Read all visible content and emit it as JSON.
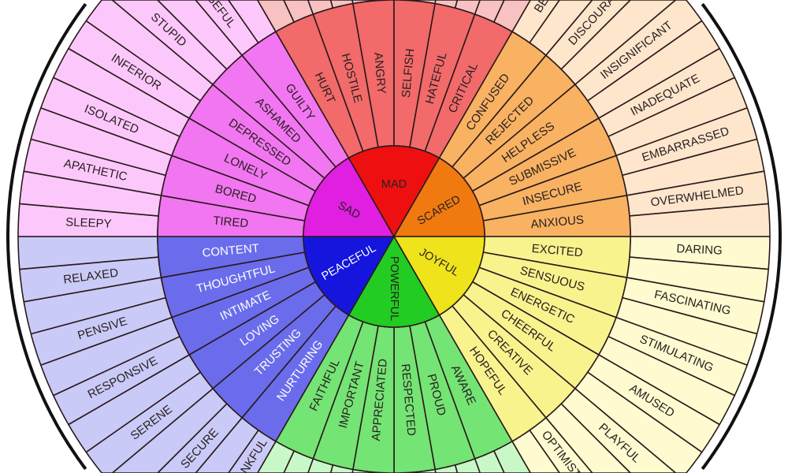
{
  "wheel": {
    "sectors": [
      {
        "core": "JOYFUL",
        "colors": {
          "core": "#efe41c",
          "middle": "#f9f38e",
          "outer": "#fdfbcf"
        },
        "light_text": false,
        "items": [
          {
            "label": "EXCITED",
            "outer": "DARING"
          },
          {
            "label": "SENSUOUS",
            "outer": "FASCINATING"
          },
          {
            "label": "ENERGETIC",
            "outer": "STIMULATING"
          },
          {
            "label": "CHEERFUL",
            "outer": "AMUSED"
          },
          {
            "label": "CREATIVE",
            "outer": "PLAYFUL"
          },
          {
            "label": "HOPEFUL",
            "outer": "OPTIMISTIC"
          }
        ]
      },
      {
        "core": "POWERFUL",
        "colors": {
          "core": "#22cc22",
          "middle": "#74e474",
          "outer": "#c8f8c8"
        },
        "light_text": false,
        "items": [
          {
            "label": "AWARE",
            "outer": ""
          },
          {
            "label": "PROUD",
            "outer": ""
          },
          {
            "label": "RESPECTED",
            "outer": ""
          },
          {
            "label": "APPRECIATED",
            "outer": ""
          },
          {
            "label": "IMPORTANT",
            "outer": ""
          },
          {
            "label": "FAITHFUL",
            "outer": ""
          }
        ]
      },
      {
        "core": "PEACEFUL",
        "colors": {
          "core": "#1515dd",
          "middle": "#6a6cec",
          "outer": "#cacaf8"
        },
        "light_text": true,
        "items": [
          {
            "label": "NURTURING",
            "outer": "THANKFUL"
          },
          {
            "label": "TRUSTING",
            "outer": "SECURE"
          },
          {
            "label": "LOVING",
            "outer": "SERENE"
          },
          {
            "label": "INTIMATE",
            "outer": "RESPONSIVE"
          },
          {
            "label": "THOUGHTFUL",
            "outer": "PENSIVE"
          },
          {
            "label": "CONTENT",
            "outer": "RELAXED"
          }
        ]
      },
      {
        "core": "SAD",
        "colors": {
          "core": "#e11fe1",
          "middle": "#f276f2",
          "outer": "#fcc8fc"
        },
        "light_text": false,
        "items": [
          {
            "label": "TIRED",
            "outer": "SLEEPY"
          },
          {
            "label": "BORED",
            "outer": "APATHETIC"
          },
          {
            "label": "LONELY",
            "outer": "ISOLATED"
          },
          {
            "label": "DEPRESSED",
            "outer": "INFERIOR"
          },
          {
            "label": "ASHAMED",
            "outer": "STUPID"
          },
          {
            "label": "GUILTY",
            "outer": "REMORSEFUL"
          }
        ]
      },
      {
        "core": "MAD",
        "colors": {
          "core": "#ee1010",
          "middle": "#f26a6a",
          "outer": "#f8c2c2"
        },
        "light_text": false,
        "items": [
          {
            "label": "HURT",
            "outer": ""
          },
          {
            "label": "HOSTILE",
            "outer": ""
          },
          {
            "label": "ANGRY",
            "outer": ""
          },
          {
            "label": "SELFISH",
            "outer": ""
          },
          {
            "label": "HATEFUL",
            "outer": ""
          },
          {
            "label": "CRITICAL",
            "outer": ""
          }
        ]
      },
      {
        "core": "SCARED",
        "colors": {
          "core": "#f07a10",
          "middle": "#f8b262",
          "outer": "#fde6cc"
        },
        "light_text": false,
        "items": [
          {
            "label": "CONFUSED",
            "outer": "BEWILDERED"
          },
          {
            "label": "REJECTED",
            "outer": "DISCOURAGED"
          },
          {
            "label": "HELPLESS",
            "outer": "INSIGNIFICANT"
          },
          {
            "label": "SUBMISSIVE",
            "outer": "INADEQUATE"
          },
          {
            "label": "INSECURE",
            "outer": "EMBARRASSED"
          },
          {
            "label": "ANXIOUS",
            "outer": "OVERWHELMED"
          }
        ]
      }
    ]
  }
}
